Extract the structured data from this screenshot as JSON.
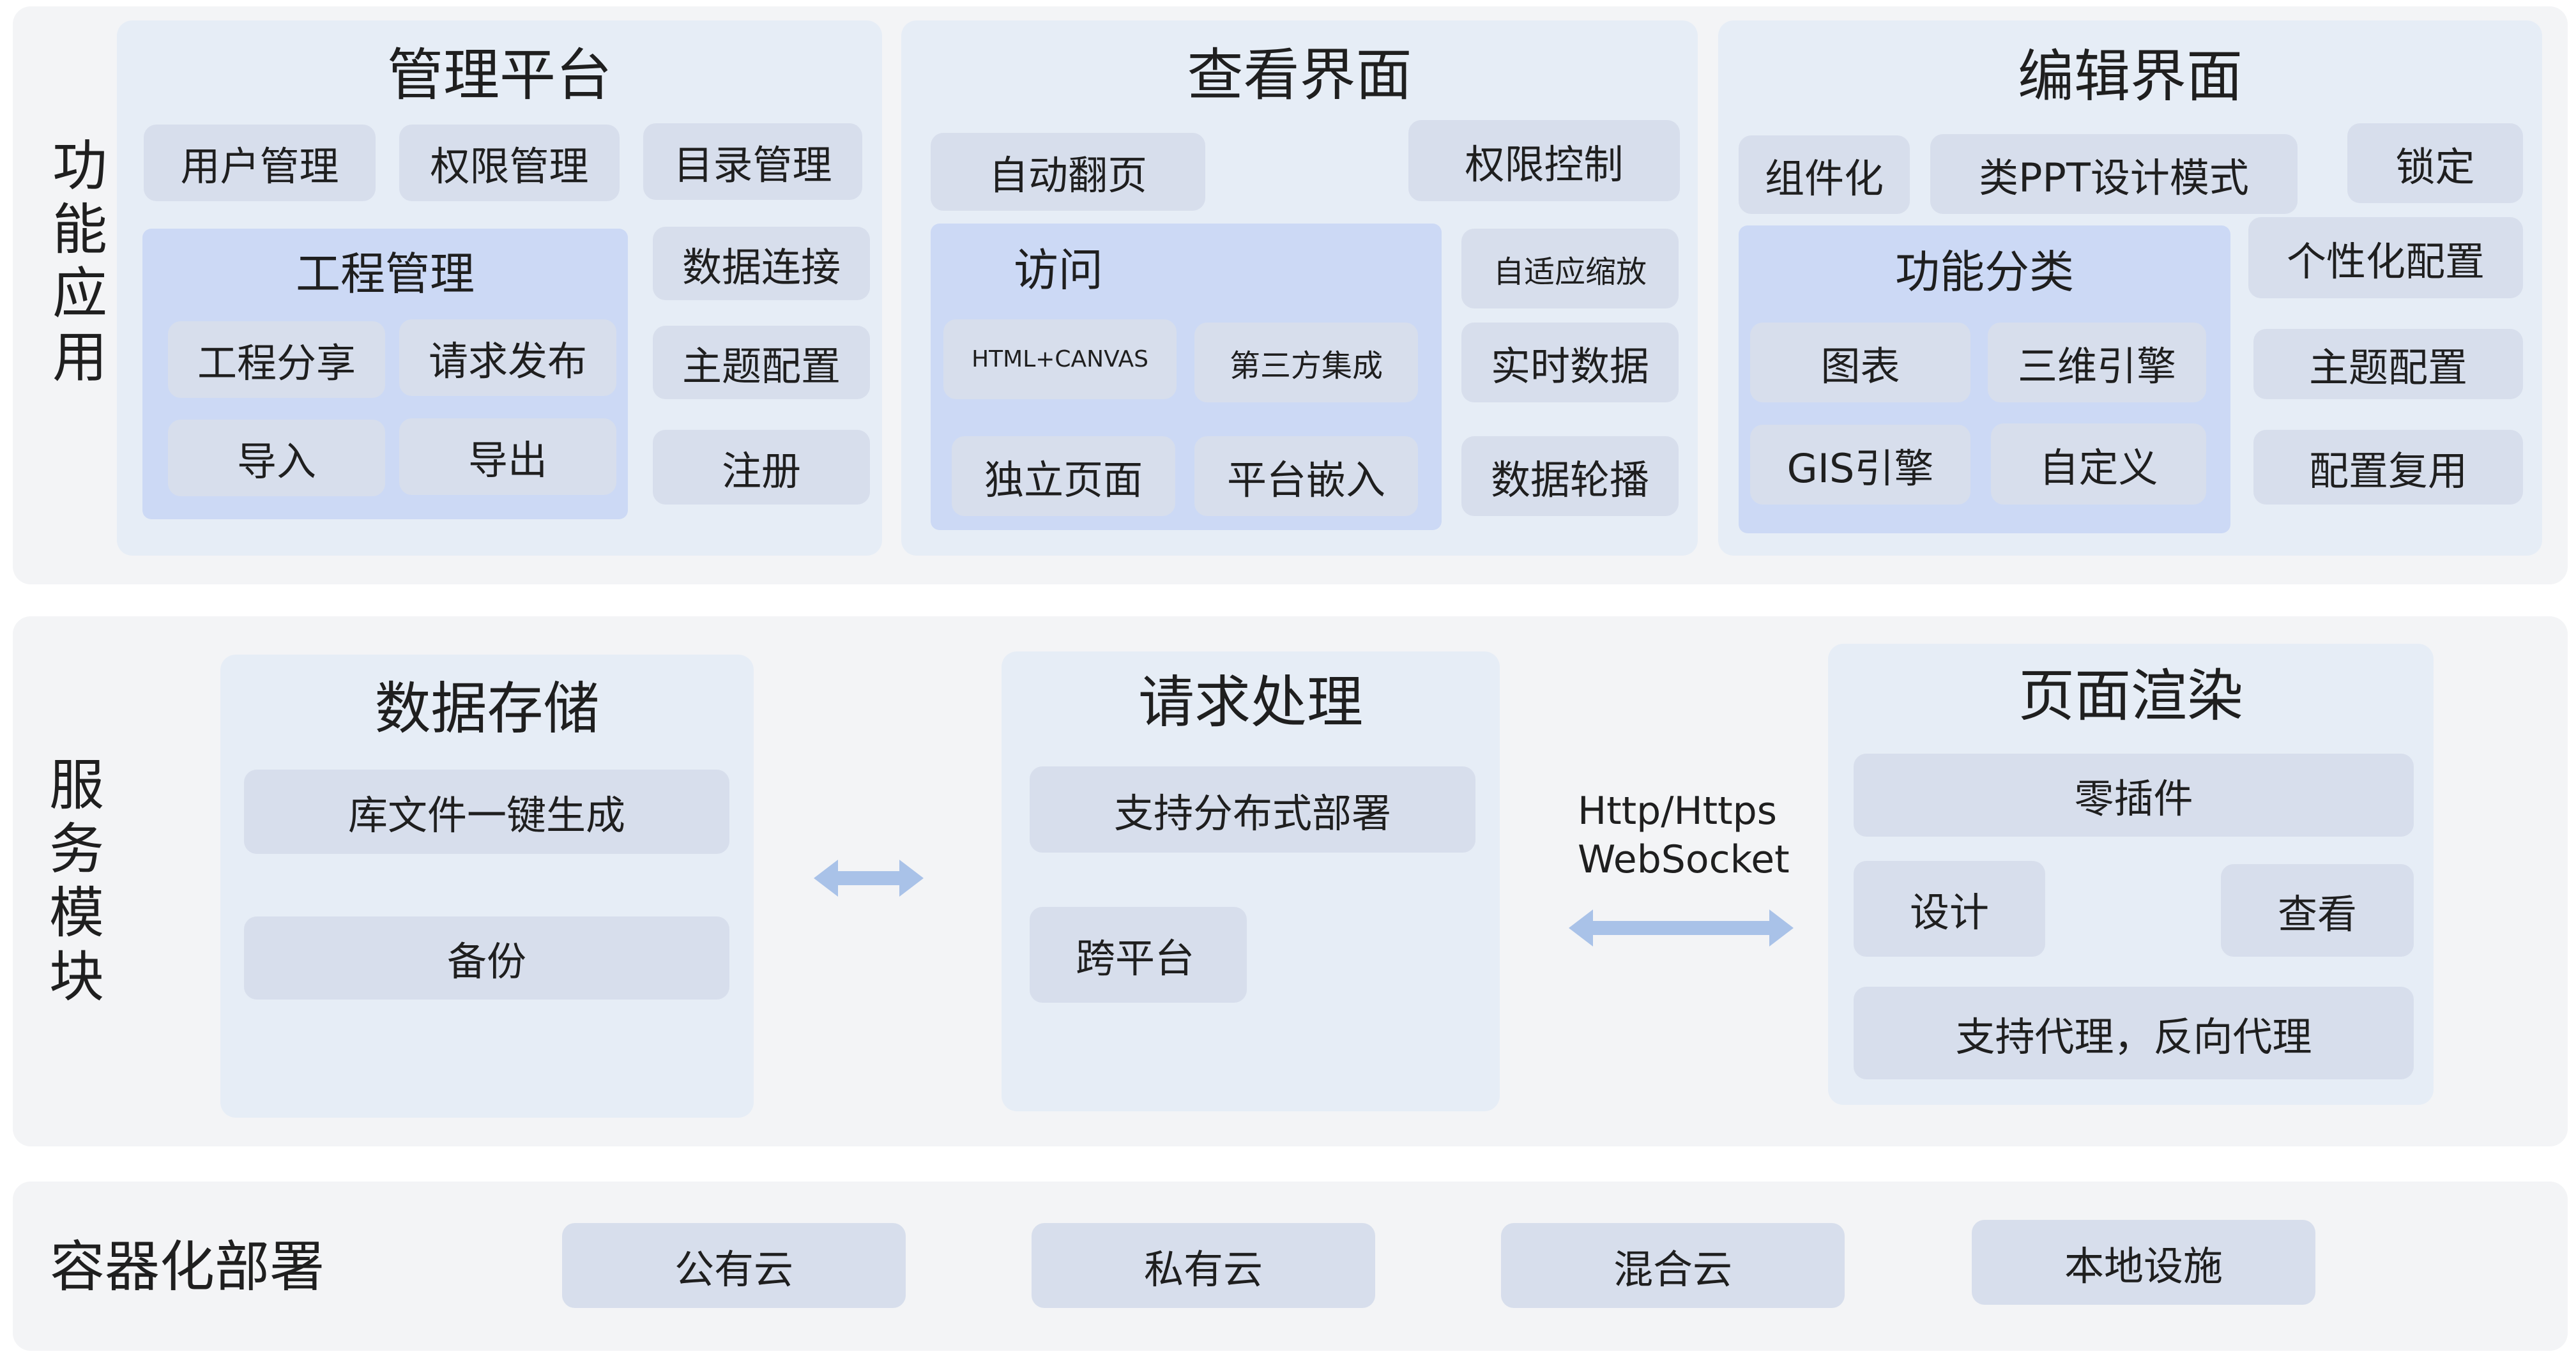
{
  "rows": {
    "function": {
      "label": [
        "功",
        "能",
        "应",
        "用"
      ]
    },
    "service": {
      "label": [
        "服",
        "务",
        "模",
        "块"
      ]
    },
    "deploy": {
      "label": "容器化部署"
    }
  },
  "management": {
    "title": "管理平台",
    "items": [
      "用户管理",
      "权限管理",
      "目录管理"
    ],
    "project": {
      "title": "工程管理",
      "items": [
        "工程分享",
        "请求发布",
        "导入",
        "导出"
      ]
    },
    "side_items": [
      "数据连接",
      "主题配置",
      "注册"
    ]
  },
  "view": {
    "title": "查看界面",
    "items": [
      "自动翻页",
      "权限控制"
    ],
    "access": {
      "title": "访问",
      "items": [
        "HTML+CANVAS",
        "第三方集成",
        "独立页面",
        "平台嵌入"
      ]
    },
    "side_items": [
      "自适应缩放",
      "实时数据",
      "数据轮播"
    ]
  },
  "edit": {
    "title": "编辑界面",
    "items": [
      "组件化",
      "类PPT设计模式",
      "锁定"
    ],
    "category": {
      "title": "功能分类",
      "items": [
        "图表",
        "三维引擎",
        "GIS引擎",
        "自定义"
      ]
    },
    "side_items": [
      "个性化配置",
      "主题配置",
      "配置复用"
    ]
  },
  "storage": {
    "title": "数据存储",
    "items": [
      "库文件一键生成",
      "备份"
    ]
  },
  "request": {
    "title": "请求处理",
    "items": [
      "支持分布式部署",
      "跨平台"
    ]
  },
  "protocol": {
    "lines": [
      "Http/Https",
      "WebSocket"
    ]
  },
  "render": {
    "title": "页面渲染",
    "items": [
      "零插件",
      "设计",
      "查看",
      "支持代理，反向代理"
    ]
  },
  "deploy_targets": [
    "公有云",
    "私有云",
    "混合云",
    "本地设施"
  ],
  "colors": {
    "band": "#f3f4f6",
    "panel": "#e6edf6",
    "subpanel": "#ccd9f5",
    "pill": "#d7deec",
    "arrow": "#a9c2e8"
  }
}
